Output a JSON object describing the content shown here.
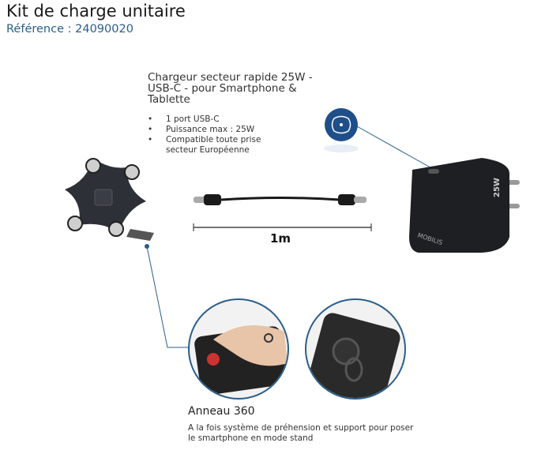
{
  "header": {
    "title": "Kit de charge unitaire",
    "reference": "Référence : 24090020"
  },
  "charger": {
    "title": "Chargeur secteur rapide 25W - USB-C - pour Smartphone & Tablette",
    "features": [
      "1 port USB-C",
      "Puissance max : 25W",
      "Compatible toute prise secteur Européenne"
    ],
    "power_marking": "25W",
    "brand_marking": "MOBILIS"
  },
  "cable": {
    "length": "1m"
  },
  "ring": {
    "title": "Anneau 360",
    "description": "A la fois système de préhension et support pour poser le smartphone en mode stand"
  },
  "colors": {
    "accent": "#2a5d8a",
    "icon_bg": "#1f4f8a"
  }
}
